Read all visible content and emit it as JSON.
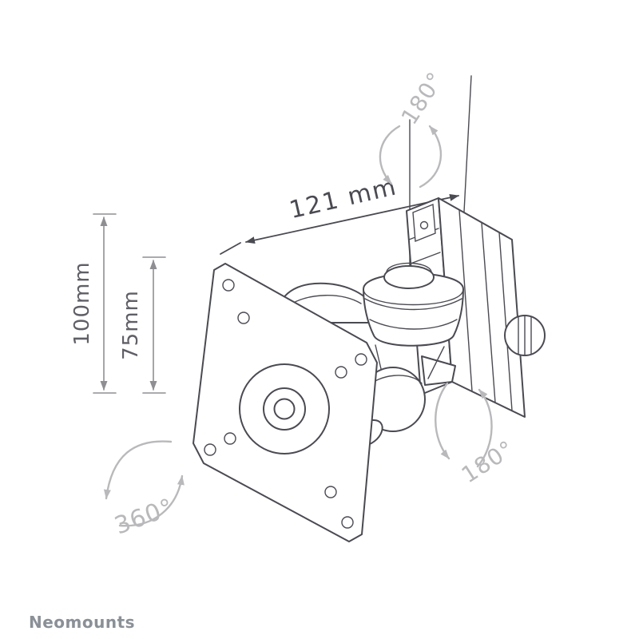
{
  "colors": {
    "line": "#4a4a52",
    "dim": "#8f8f93",
    "dim_text": "#5f5f66",
    "light": "#b9b9bc",
    "brand": "#8a9097",
    "bg": "#ffffff"
  },
  "drawing": {
    "dimensions": {
      "depth": "121 mm",
      "vesa_outer": "100mm",
      "vesa_inner": "75mm"
    },
    "rotations": {
      "swivel_top": "180°",
      "tilt_side": "180°",
      "rotate_plate": "360°"
    }
  },
  "brand": {
    "name": "Neomounts"
  }
}
